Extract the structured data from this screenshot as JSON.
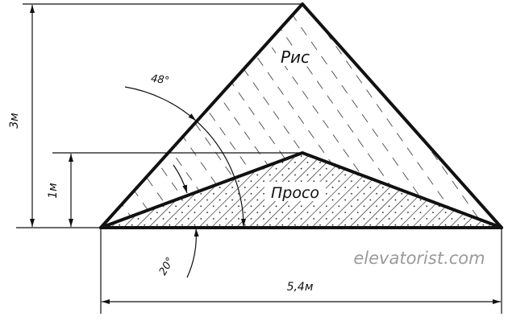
{
  "labels": {
    "rice": "Рис",
    "millet": "Просо",
    "angle_rice": "48°",
    "angle_millet": "20°",
    "height_rice": "3м",
    "height_millet": "1м",
    "width": "5,4м"
  },
  "watermark": "elevatorist.com",
  "colors": {
    "line": "#111111",
    "watermark": "#9a9a9a"
  }
}
